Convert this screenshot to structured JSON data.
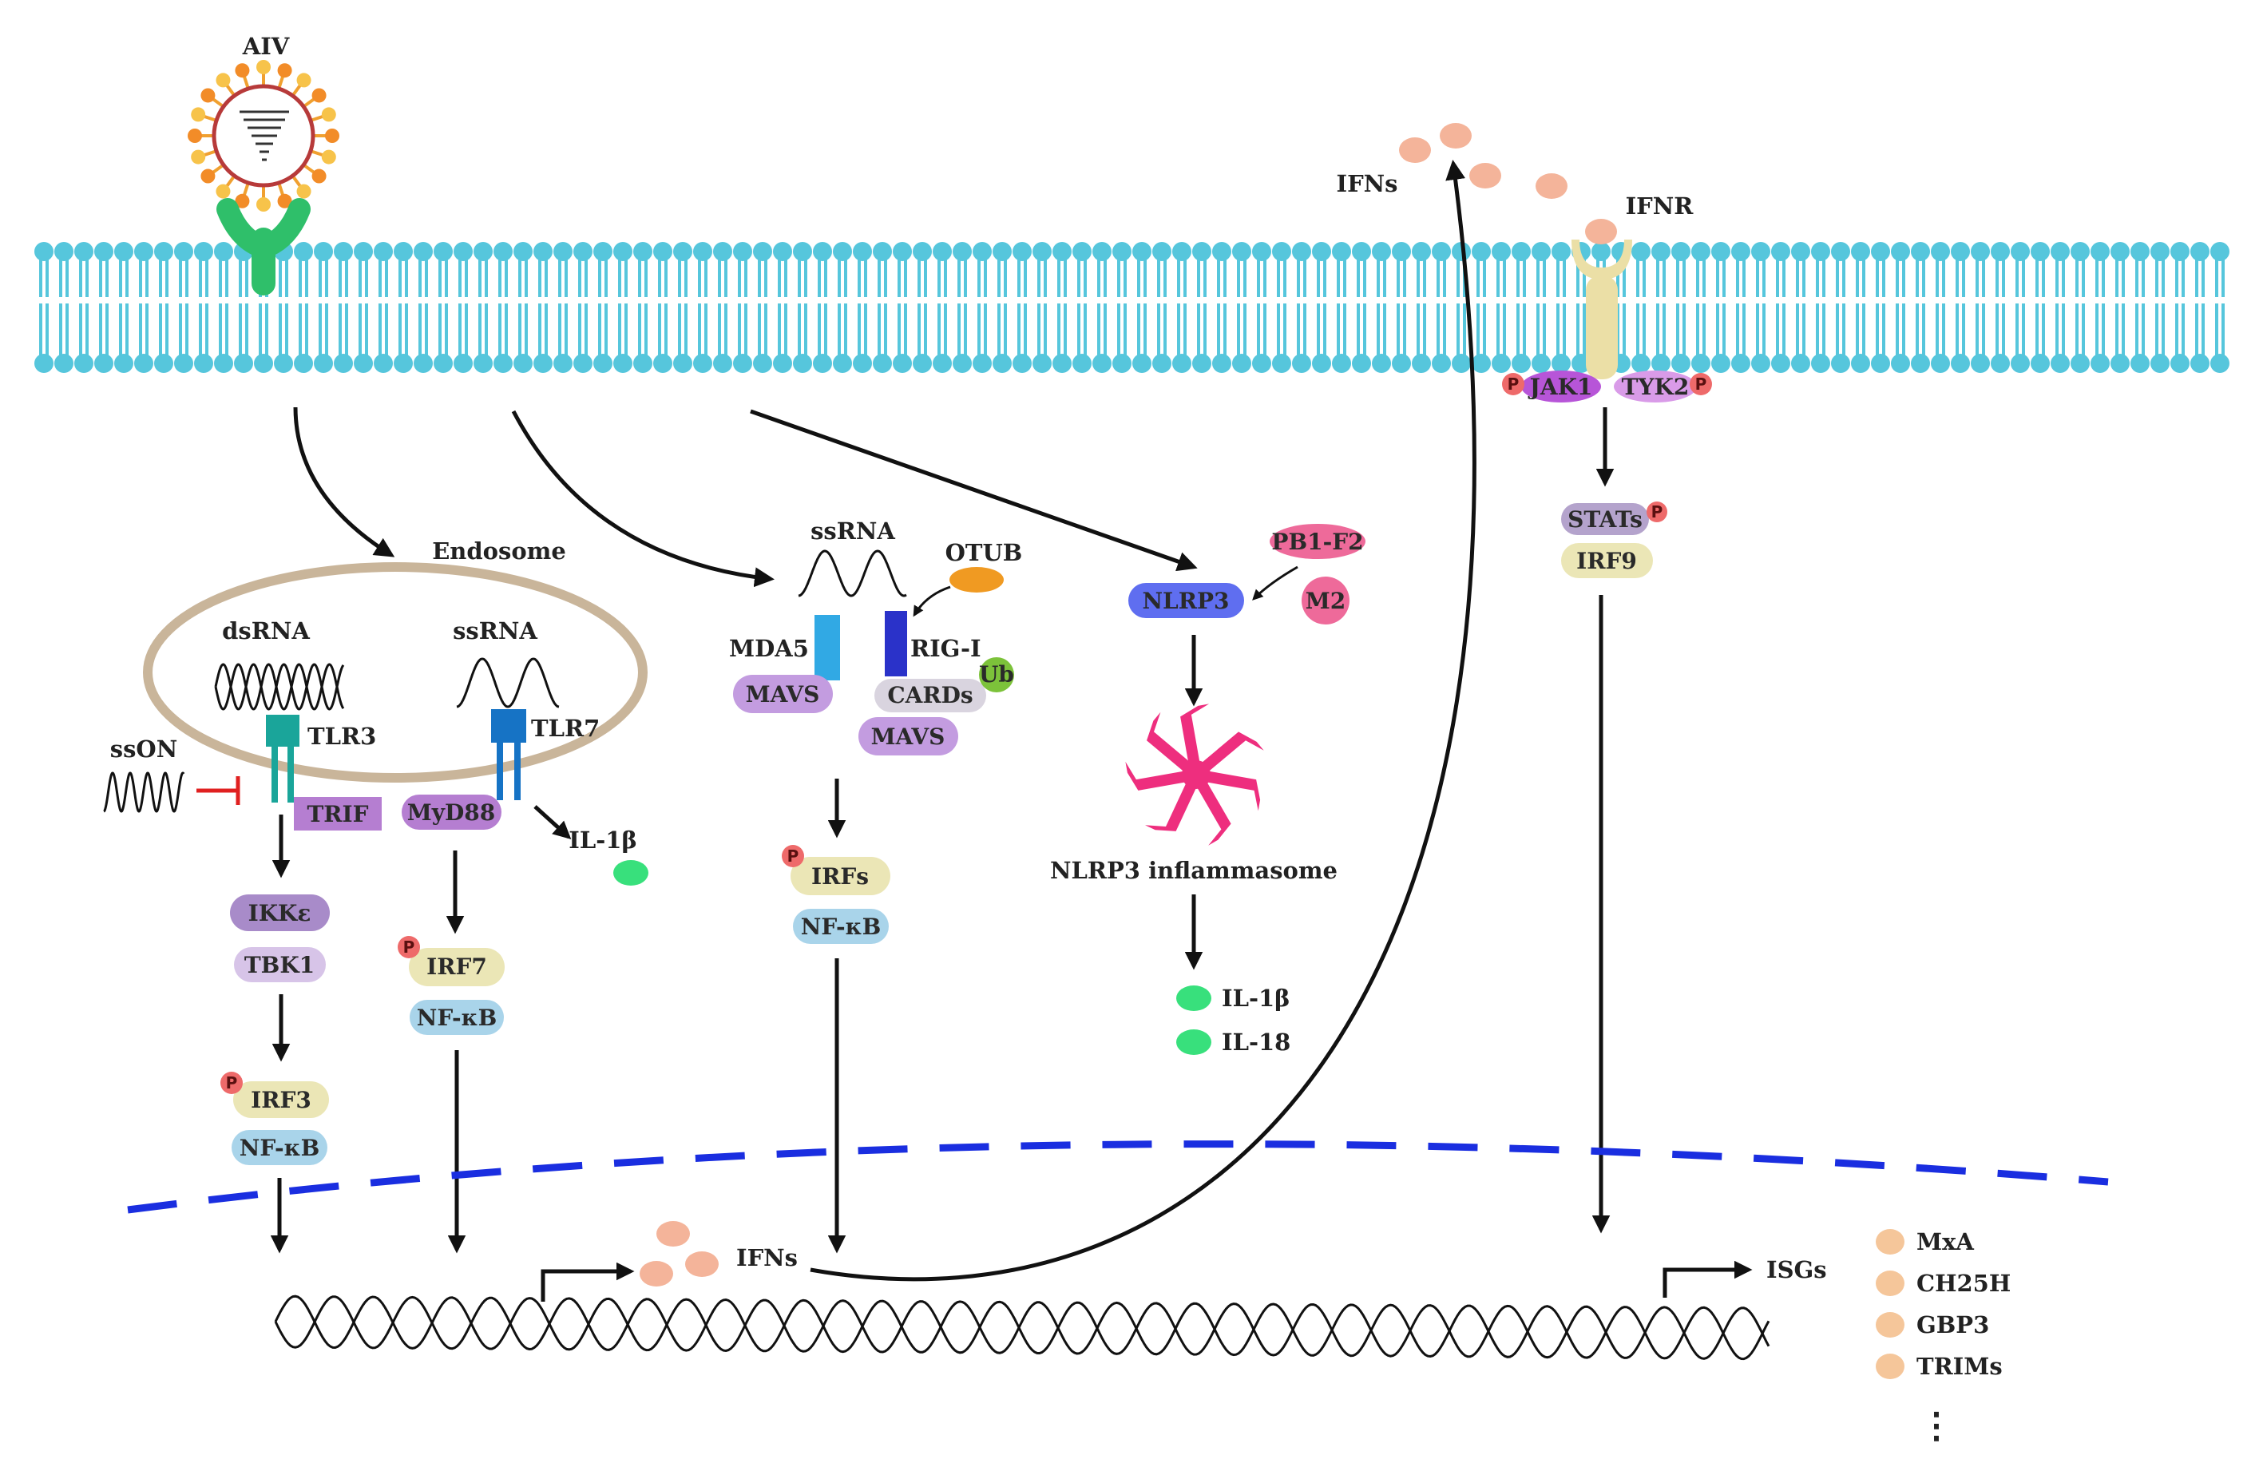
{
  "labels": {
    "aiv": "AIV",
    "ifns_top": "IFNs",
    "ifnr": "IFNR",
    "jak1": "JAK1",
    "tyk2": "TYK2",
    "stats": "STATs",
    "irf9": "IRF9",
    "endosome": "Endosome",
    "dsrna": "dsRNA",
    "ssrna_endo": "ssRNA",
    "tlr3": "TLR3",
    "tlr7": "TLR7",
    "sson": "ssON",
    "trif": "TRIF",
    "myd88": "MyD88",
    "il1b_left": "IL-1β",
    "ikke": "IKKε",
    "tbk1": "TBK1",
    "irf3": "IRF3",
    "nfkb_1": "NF-κB",
    "irf7": "IRF7",
    "nfkb_2": "NF-κB",
    "ssrna_cyto": "ssRNA",
    "otub": "OTUB",
    "mda5": "MDA5",
    "rigi": "RIG-I",
    "ub": "Ub",
    "mavs_1": "MAVS",
    "cards": "CARDs",
    "mavs_2": "MAVS",
    "irfs": "IRFs",
    "nfkb_3": "NF-κB",
    "pb1f2": "PB1-F2",
    "nlrp3": "NLRP3",
    "m2": "M2",
    "inflammasome": "NLRP3 inflammasome",
    "il1b_right": "IL-1β",
    "il18": "IL-18",
    "ifns_nucleus": "IFNs",
    "isgs": "ISGs",
    "isg_list": [
      "MxA",
      "CH25H",
      "GBP3",
      "TRIMs"
    ],
    "ellipsis": "⋮",
    "p": "P"
  },
  "colors": {
    "membrane": "#56c6dc",
    "nuclear_envelope": "#1a2ee0",
    "endosome": "#c9b59a",
    "receptor_y": "#2fbf6a",
    "ifn": "#f4b49a",
    "il": "#38e07c",
    "pink": "#ee6a9a",
    "inflammasome": "#ee2e7e"
  }
}
